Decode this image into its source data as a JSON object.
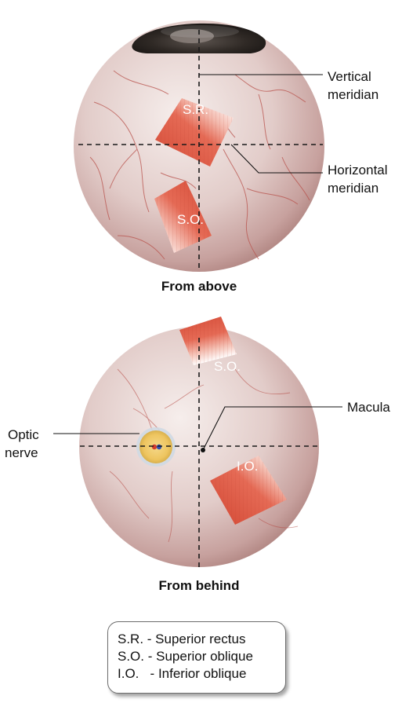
{
  "labels": {
    "vertical_meridian": [
      "Vertical",
      "meridian"
    ],
    "horizontal_meridian": [
      "Horizontal",
      "meridian"
    ],
    "superior_rectus": "S.R.",
    "superior_oblique_top": "S.O.",
    "superior_oblique_back": "S.O.",
    "inferior_oblique": "I.O.",
    "macula": "Macula",
    "optic_nerve": [
      "Optic",
      "nerve"
    ]
  },
  "captions": {
    "from_above": "From above",
    "from_behind": "From behind"
  },
  "legend": [
    "S.R. - Superior rectus",
    "S.O. - Superior oblique",
    "I.O.   - Inferior oblique"
  ],
  "colors": {
    "sclera_light": "#f4ebe9",
    "sclera_dark": "#b58a86",
    "vessel": "#b34a45",
    "muscle": "#d9533e",
    "tendon": "#ffffff",
    "optic_disc": "#f2cf6e",
    "cornea": "#2a2522"
  }
}
